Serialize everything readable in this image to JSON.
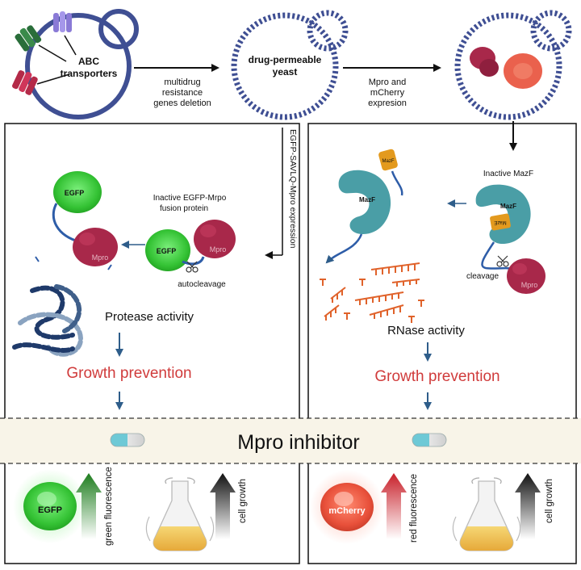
{
  "top": {
    "abc_label_line1": "ABC",
    "abc_label_line2": "transporters",
    "step1_line1": "multidrug",
    "step1_line2": "resistance",
    "step1_line3": "genes deletion",
    "yeast_label_line1": "drug-permeable",
    "yeast_label_line2": "yeast",
    "step2_line1": "Mpro and",
    "step2_line2": "mCherry",
    "step2_line3": "expresion",
    "egfp_expression_vertical": "EGFP-SAVLQ-Mpro expression"
  },
  "left_panel": {
    "egfp_label_top": "EGFP",
    "mpro_label": "Mpro",
    "fusion_line1": "Inactive EGFP-Mrpo",
    "fusion_line2": "fusion protein",
    "egfp_label_fusion": "EGFP",
    "mpro_label_fusion": "Mpro",
    "autocleavage": "autocleavage",
    "activity": "Protease activity",
    "outcome": "Growth prevention"
  },
  "right_panel": {
    "mazf_toxin_label": "MazF",
    "mazf_label": "MazF",
    "inactive_mazf": "Inactive MazF",
    "mazf_label_complex": "MazF",
    "mazf_antitoxin_label": "MazE",
    "cleavage": "cleavage",
    "mpro_label": "Mpro",
    "activity": "RNase activity",
    "outcome": "Growth prevention"
  },
  "band": {
    "label": "Mpro inhibitor"
  },
  "bottom_left": {
    "protein_label": "EGFP",
    "fluorescence_label": "green fluorescence",
    "growth_label": "cell growth"
  },
  "bottom_right": {
    "protein_label": "mCherry",
    "fluorescence_label": "red fluorescence",
    "growth_label": "cell growth"
  },
  "colors": {
    "yeast_blue": "#3f4f93",
    "egfp_green": "#3ccf3c",
    "mpro_red": "#a8284a",
    "mazf_teal": "#4a9ea6",
    "mcherry_red": "#e8503a",
    "rna_orange": "#e0622a",
    "title_red": "#d03b3b",
    "band_fill": "#f8f4e8"
  }
}
